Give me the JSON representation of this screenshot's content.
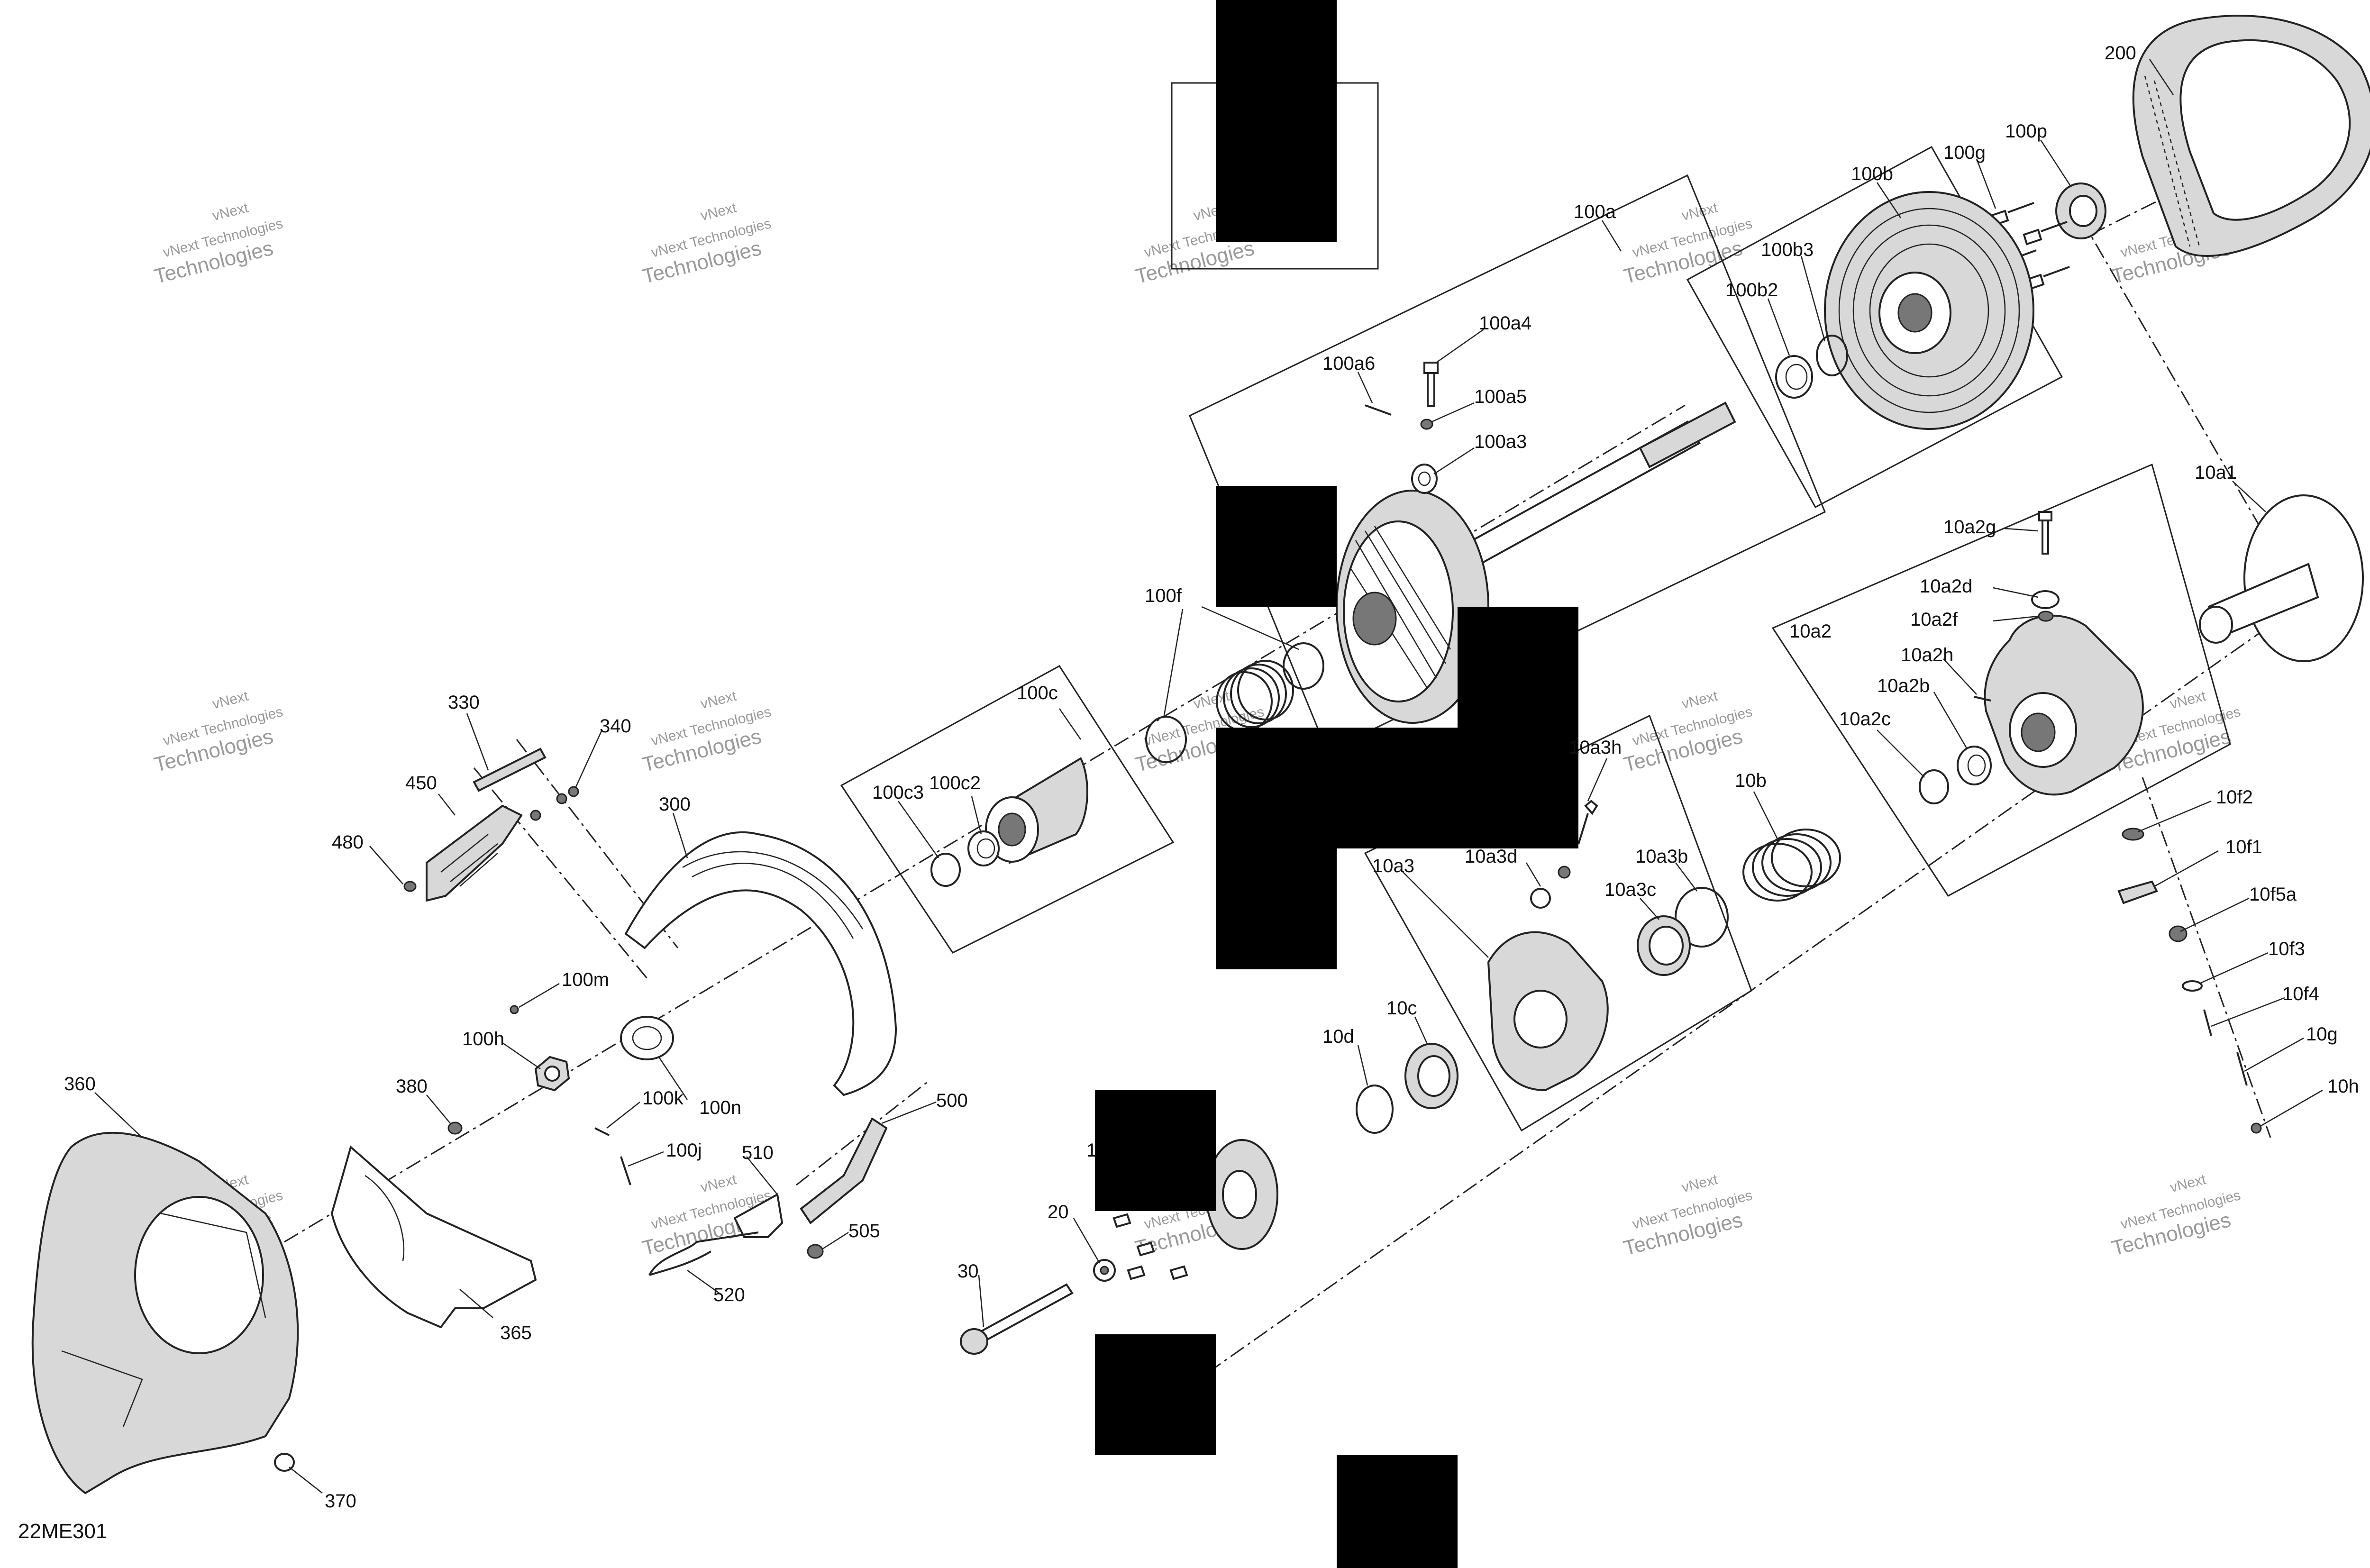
{
  "diagram": {
    "code": "22ME301",
    "watermark": {
      "line1": "vNext",
      "line2": "Technologies",
      "combined": "vNext Technologies"
    },
    "colors": {
      "ink": "#222222",
      "watermark": "#9a9a9a",
      "redaction": "#000000",
      "background": "#ffffff"
    },
    "labels": {
      "l200": "200",
      "l100p": "100p",
      "l100g": "100g",
      "l100b": "100b",
      "l100a": "100a",
      "l100b3": "100b3",
      "l100b2": "100b2",
      "l100a4": "100a4",
      "l100a6": "100a6",
      "l100a5": "100a5",
      "l100a3": "100a3",
      "l10a1": "10a1",
      "l10a2g": "10a2g",
      "l10a2d": "10a2d",
      "l10a2": "10a2",
      "l10a2f": "10a2f",
      "l10a2h": "10a2h",
      "l10a2b": "10a2b",
      "l10a2c": "10a2c",
      "l100f": "100f",
      "l100c": "100c",
      "l330": "330",
      "l340": "340",
      "l450": "450",
      "l300": "300",
      "l100c3": "100c3",
      "l100c2": "100c2",
      "l480": "480",
      "l10a3h": "10a3h",
      "l10b": "10b",
      "l10a3d": "10a3d",
      "l10a3b": "10a3b",
      "l10a3": "10a3",
      "l10a3c": "10a3c",
      "l10f2": "10f2",
      "l10f1": "10f1",
      "l10f5a": "10f5a",
      "l10f3": "10f3",
      "l10f4": "10f4",
      "l10g": "10g",
      "l10h": "10h",
      "l100m": "100m",
      "l100h": "100h",
      "l100k": "100k",
      "l100n": "100n",
      "l100j": "100j",
      "l360": "360",
      "l380": "380",
      "l500": "500",
      "l510": "510",
      "l505": "505",
      "l520": "520",
      "l10d": "10d",
      "l10c": "10c",
      "l1": "1",
      "l20": "20",
      "l30": "30",
      "l365": "365",
      "l370": "370"
    }
  }
}
